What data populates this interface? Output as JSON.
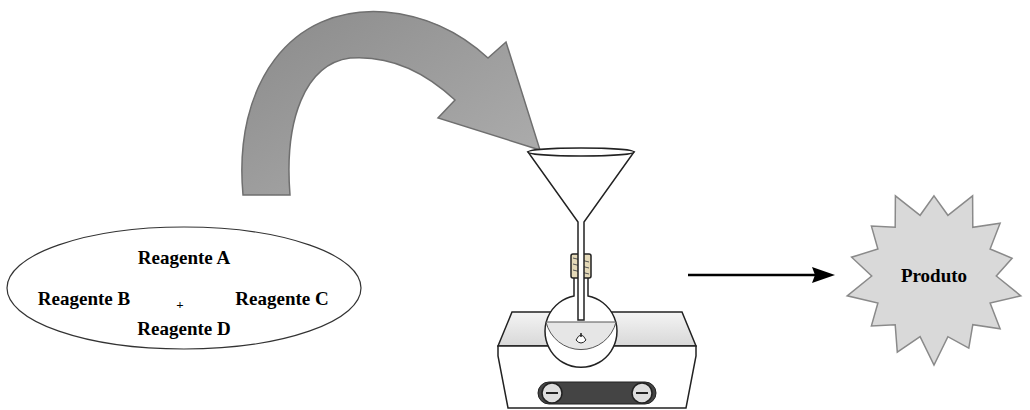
{
  "diagram": {
    "nodes": [
      {
        "text": [
          "Reagente A",
          "Reagente B",
          "+",
          "Reagente C",
          "Reagente D"
        ]
      },
      {
        "text": [
          "Produto"
        ]
      }
    ]
  }
}
